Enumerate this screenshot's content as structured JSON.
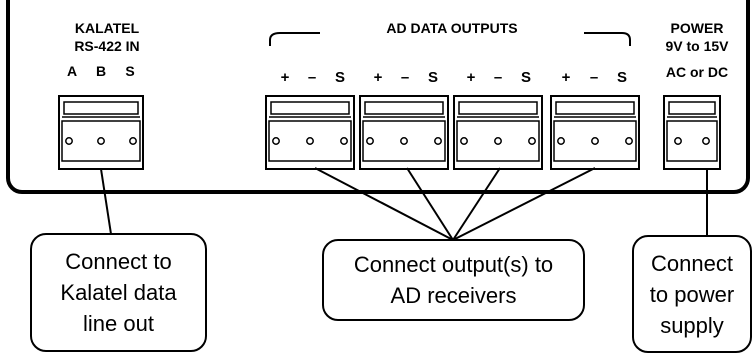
{
  "kalatel_header": {
    "line1": "KALATEL",
    "line2": "RS-422 IN",
    "pins": [
      "A",
      "B",
      "S"
    ]
  },
  "outputs_header": {
    "title": "AD DATA OUTPUTS",
    "pins": [
      "+",
      "–",
      "S"
    ]
  },
  "power_header": {
    "line1": "POWER",
    "line2": "9V to 15V",
    "line3": "AC or DC"
  },
  "callouts": {
    "kalatel": [
      "Connect to",
      "Kalatel data",
      "line out"
    ],
    "outputs": [
      "Connect output(s) to",
      "AD receivers"
    ],
    "power": [
      "Connect",
      "to power",
      "supply"
    ]
  }
}
